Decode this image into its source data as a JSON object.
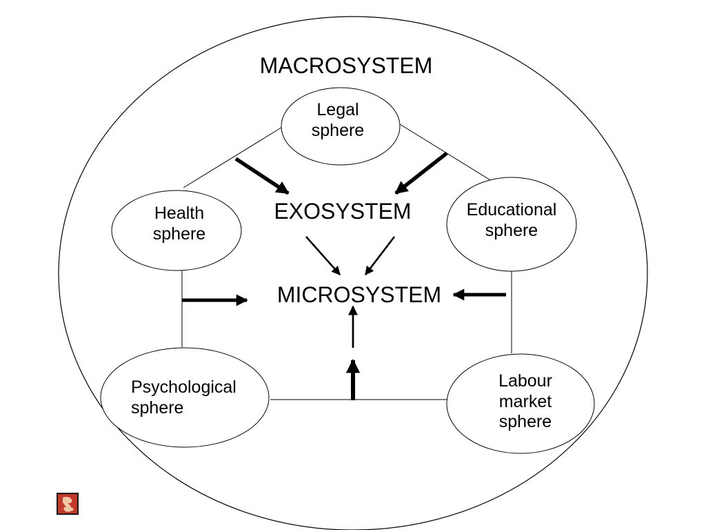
{
  "systems": {
    "macrosystem": "MACROSYSTEM",
    "exosystem": "EXOSYSTEM",
    "microsystem": "MICROSYSTEM"
  },
  "spheres": {
    "legal": [
      "Legal",
      "sphere"
    ],
    "health": [
      "Health",
      "sphere"
    ],
    "educational": [
      "Educational",
      "sphere"
    ],
    "psychological": [
      "Psychological",
      "sphere"
    ],
    "labour": [
      "Labour",
      "market",
      "sphere"
    ]
  },
  "colors": {
    "stroke": "#000000",
    "background": "#ffffff",
    "logo_red": "#c0392b"
  },
  "icons": {
    "logo": "publisher-logo-icon"
  }
}
